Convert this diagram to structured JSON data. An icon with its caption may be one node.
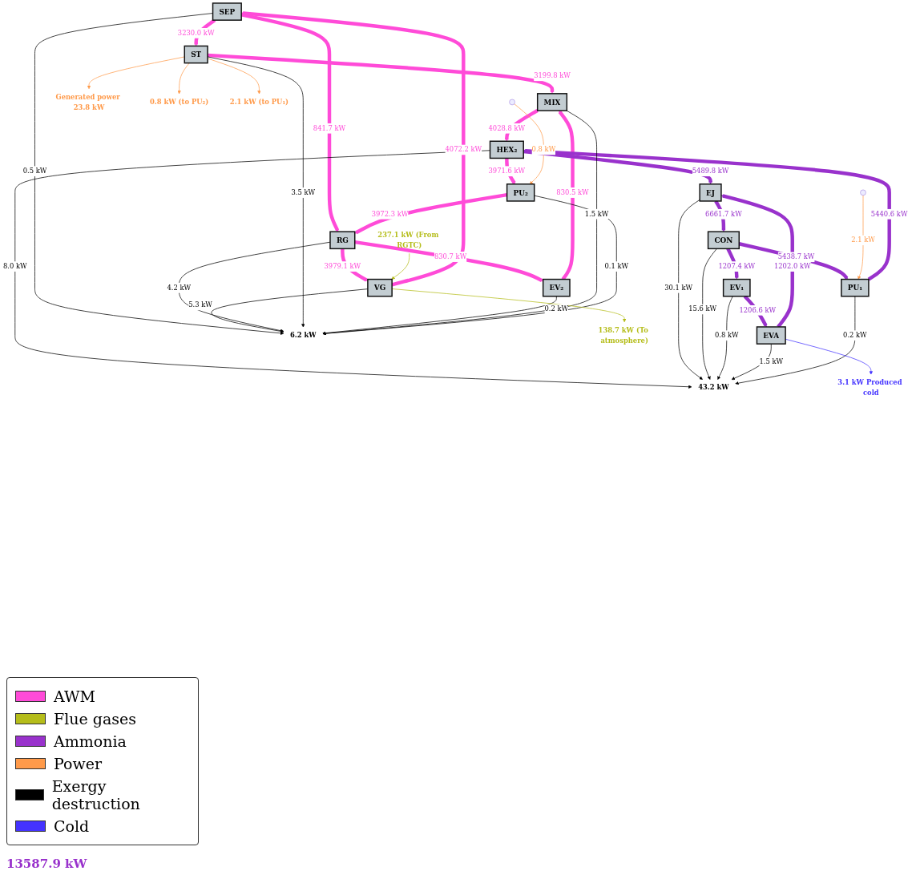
{
  "diagram": {
    "nodes": [
      {
        "text": [
          "SEP"
        ]
      },
      {
        "text": [
          "VG"
        ]
      },
      {
        "text": [
          "RG"
        ]
      },
      {
        "text": [
          "ST"
        ]
      },
      {
        "text": [
          "EV₂"
        ]
      },
      {
        "text": [
          "MIX"
        ]
      },
      {
        "text": [
          "PU₂"
        ]
      },
      {
        "text": [
          "HEX₂"
        ]
      },
      {
        "text": [
          "EJ"
        ]
      },
      {
        "text": [
          "EVA"
        ]
      },
      {
        "text": [
          "EV₁"
        ]
      },
      {
        "text": [
          "CON"
        ]
      },
      {
        "text": [
          "PU₁"
        ]
      },
      {
        "text": [
          "6.2 kW"
        ]
      },
      {
        "text": [
          "43.2 kW"
        ]
      },
      {
        "text": [
          "138.7 kW (To atmosphere)"
        ]
      },
      {
        "text": [
          "237.1 kW (From RGTC)"
        ]
      },
      {
        "text": [
          "Generated power 23.8 kW"
        ]
      },
      {
        "text": [
          "0.8 kW (to PU₂)"
        ]
      },
      {
        "text": [
          "2.1 kW (to PU₁)"
        ]
      },
      {
        "text": [
          "3.1 kW Produced cold"
        ]
      }
    ],
    "edges": [
      {
        "from": 0,
        "to": 3,
        "arrow": "to",
        "label": "3230.0 kW",
        "style": "thick",
        "color": "#ff4bd8"
      },
      {
        "from": 0,
        "to": 2,
        "arrow": "to",
        "label": "841.7 kW",
        "style": "thick",
        "color": "#ff4bd8"
      },
      {
        "from": 1,
        "to": 0,
        "arrow": "to",
        "label": "4072.2 kW",
        "style": "thick",
        "color": "#ff4bd8"
      },
      {
        "from": 2,
        "to": 1,
        "arrow": "to",
        "label": "3979.1 kW",
        "style": "thick",
        "color": "#ff4bd8"
      },
      {
        "from": 2,
        "to": 4,
        "arrow": "to",
        "label": "830.7 kW",
        "style": "thick",
        "color": "#ff4bd8"
      },
      {
        "from": 4,
        "to": 5,
        "arrow": "to",
        "label": "830.5 kW",
        "style": "thick",
        "color": "#ff4bd8"
      },
      {
        "from": 3,
        "to": 5,
        "arrow": "to",
        "label": "3199.8 kW",
        "style": "thick",
        "color": "#ff4bd8"
      },
      {
        "from": 5,
        "to": 7,
        "arrow": "to",
        "label": "4028.8 kW",
        "style": "thick",
        "color": "#ff4bd8"
      },
      {
        "from": 7,
        "to": 6,
        "arrow": "to",
        "label": "3971.6 kW",
        "style": "thick",
        "color": "#ff4bd8"
      },
      {
        "from": 6,
        "to": 2,
        "arrow": "to",
        "label": "3972.3 kW",
        "style": "thick",
        "color": "#ff4bd8"
      },
      {
        "from": 7,
        "to": 8,
        "arrow": "to",
        "label": "5489.8 kW",
        "style": "thick",
        "color": "#9932cc"
      },
      {
        "from": 9,
        "to": 8,
        "arrow": "to",
        "label": "1202.0 kW",
        "style": "thick",
        "color": "#9932cc"
      },
      {
        "from": 8,
        "to": 11,
        "arrow": "to",
        "label": "6661.7 kW",
        "style": "thick",
        "color": "#9932cc"
      },
      {
        "from": 11,
        "to": 10,
        "arrow": "to",
        "label": "1207.4 kW",
        "style": "thick",
        "color": "#9932cc"
      },
      {
        "from": 11,
        "to": 12,
        "arrow": "to",
        "label": "5438.7 kW",
        "style": "thick",
        "color": "#9932cc"
      },
      {
        "from": 10,
        "to": 9,
        "arrow": "to",
        "label": "1206.6 kW",
        "style": "thick",
        "color": "#9932cc"
      },
      {
        "from": 12,
        "to": 7,
        "arrow": "to",
        "label": "5440.6 kW",
        "style": "thick",
        "color": "#9932cc"
      },
      {
        "from": 0,
        "to": 13,
        "arrow": "to",
        "label": "0.5 kW"
      },
      {
        "from": 1,
        "to": 13,
        "arrow": "to",
        "label": "5.3 kW"
      },
      {
        "from": 2,
        "to": 13,
        "arrow": "to",
        "label": "4.2 kW"
      },
      {
        "from": 3,
        "to": 13,
        "arrow": "to",
        "label": "3.5 kW"
      },
      {
        "from": 4,
        "to": 13,
        "arrow": "to",
        "label": "0.2 kW"
      },
      {
        "from": 5,
        "to": 13,
        "arrow": "to",
        "label": "1.5 kW"
      },
      {
        "from": 6,
        "to": 13,
        "arrow": "to",
        "label": "0.1 kW"
      },
      {
        "from": 7,
        "to": 14,
        "arrow": "to",
        "label": "8.0 kW"
      },
      {
        "from": 8,
        "to": 14,
        "arrow": "to",
        "label": "30.1 kW"
      },
      {
        "from": 11,
        "to": 14,
        "arrow": "to",
        "label": "15.6 kW"
      },
      {
        "from": 10,
        "to": 14,
        "arrow": "to",
        "label": "0.8 kW"
      },
      {
        "from": 9,
        "to": 14,
        "arrow": "to",
        "label": "1.5 kW"
      },
      {
        "from": 12,
        "to": 14,
        "arrow": "to",
        "label": "0.2 kW"
      },
      {
        "from": 1,
        "to": 15,
        "arrow": "to",
        "color": "#b5bd1a"
      },
      {
        "from": 16,
        "to": 1,
        "arrow": "to",
        "color": "#b5bd1a"
      },
      {
        "from": 3,
        "to": 17,
        "arrow": "to",
        "color": "#ff9a4a"
      },
      {
        "from": 3,
        "to": 18,
        "arrow": "to",
        "color": "#ff9a4a"
      },
      {
        "from": 3,
        "to": 19,
        "arrow": "to",
        "color": "#ff9a4a"
      },
      {
        "from": null,
        "to": 6,
        "arrow": "to",
        "label": "0.8 kW",
        "color": "#ff9a4a"
      },
      {
        "from": null,
        "to": 12,
        "arrow": "to",
        "label": "2.1 kW",
        "color": "#ff9a4a"
      },
      {
        "from": 9,
        "to": 20,
        "arrow": "to",
        "color": "#4433ff"
      }
    ],
    "labels": [
      "13587.9 kW"
    ],
    "legend": [
      {
        "text": "AWM",
        "color": "#ff4bd8"
      },
      {
        "text": "Flue gases",
        "color": "#b5bd1a"
      },
      {
        "text": "Ammonia",
        "color": "#9932cc"
      },
      {
        "text": "Power",
        "color": "#ff9a4a"
      },
      {
        "text": "Exergy destruction",
        "color": "#000000"
      },
      {
        "text": "Cold",
        "color": "#4433ff"
      }
    ]
  }
}
